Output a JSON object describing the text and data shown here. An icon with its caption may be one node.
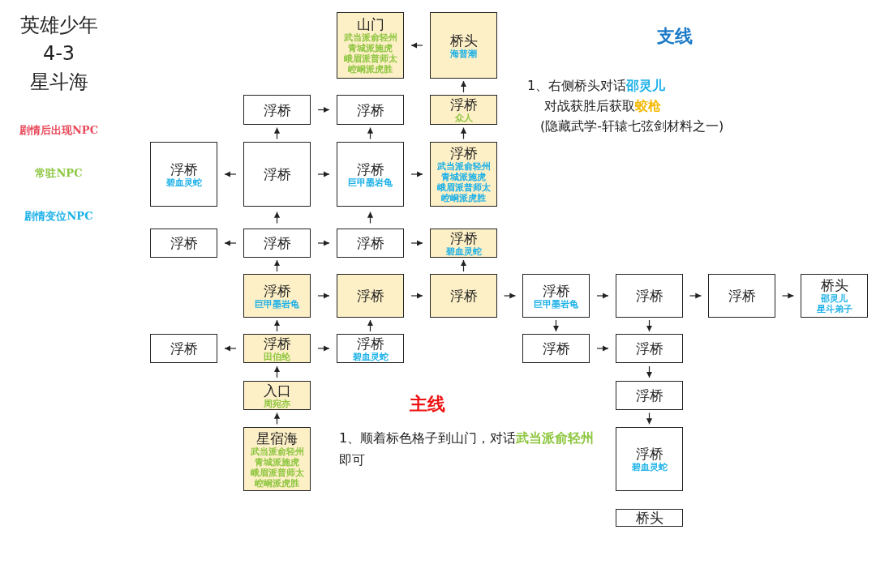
{
  "diagram": {
    "title": "英雄少年 4-3 星斗海",
    "nodes": [
      {
        "text": [
          "山门",
          "武当派俞轻州",
          "青城派施虎",
          "峨眉派普师太",
          "崆峒派虎胜"
        ]
      },
      {
        "text": [
          "桥头",
          "海普潮"
        ]
      },
      {
        "text": [
          "浮桥"
        ]
      },
      {
        "text": [
          "浮桥"
        ]
      },
      {
        "text": [
          "浮桥",
          "众人"
        ]
      },
      {
        "text": [
          "浮桥",
          "碧血灵蛇"
        ]
      },
      {
        "text": [
          "浮桥"
        ]
      },
      {
        "text": [
          "浮桥",
          "巨甲墨岩龟"
        ]
      },
      {
        "text": [
          "浮桥",
          "武当派俞轻州",
          "青城派施虎",
          "峨眉派普师太",
          "崆峒派虎胜"
        ]
      },
      {
        "text": [
          "浮桥"
        ]
      },
      {
        "text": [
          "浮桥"
        ]
      },
      {
        "text": [
          "浮桥"
        ]
      },
      {
        "text": [
          "浮桥",
          "碧血灵蛇"
        ]
      },
      {
        "text": [
          "浮桥",
          "巨甲墨岩龟"
        ]
      },
      {
        "text": [
          "浮桥"
        ]
      },
      {
        "text": [
          "浮桥"
        ]
      },
      {
        "text": [
          "浮桥",
          "巨甲墨岩龟"
        ]
      },
      {
        "text": [
          "浮桥"
        ]
      },
      {
        "text": [
          "浮桥"
        ]
      },
      {
        "text": [
          "桥头",
          "邵灵儿",
          "星斗弟子"
        ]
      },
      {
        "text": [
          "浮桥"
        ]
      },
      {
        "text": [
          "浮桥",
          "田伯纶"
        ]
      },
      {
        "text": [
          "浮桥",
          "碧血灵蛇"
        ]
      },
      {
        "text": [
          "浮桥"
        ]
      },
      {
        "text": [
          "浮桥"
        ]
      },
      {
        "text": [
          "入口",
          "周宛亦"
        ]
      },
      {
        "text": [
          "浮桥"
        ]
      },
      {
        "text": [
          "星宿海",
          "武当派俞轻州",
          "青城派施虎",
          "峨眉派普师太",
          "崆峒派虎胜"
        ]
      },
      {
        "text": [
          "浮桥",
          "碧血灵蛇"
        ]
      },
      {
        "text": [
          "桥头"
        ]
      }
    ],
    "edges": [
      {
        "from": 1,
        "to": 0,
        "arrow": "to"
      },
      {
        "from": 2,
        "to": 3,
        "arrow": "to"
      },
      {
        "from": 4,
        "to": 1,
        "arrow": "to"
      },
      {
        "from": 8,
        "to": 4,
        "arrow": "to"
      },
      {
        "from": 6,
        "to": 5,
        "arrow": "to"
      },
      {
        "from": 6,
        "to": 7,
        "arrow": "to"
      },
      {
        "from": 7,
        "to": 8,
        "arrow": "to"
      },
      {
        "from": 6,
        "to": 2,
        "arrow": "to"
      },
      {
        "from": 7,
        "to": 3,
        "arrow": "to"
      },
      {
        "from": 10,
        "to": 9,
        "arrow": "to"
      },
      {
        "from": 10,
        "to": 6,
        "arrow": "to"
      },
      {
        "from": 11,
        "to": 7,
        "arrow": "to"
      },
      {
        "from": 10,
        "to": 11,
        "arrow": "to"
      },
      {
        "from": 11,
        "to": 12,
        "arrow": "to"
      },
      {
        "from": 15,
        "to": 12,
        "arrow": "to"
      },
      {
        "from": 13,
        "to": 10,
        "arrow": "to"
      },
      {
        "from": 13,
        "to": 14,
        "arrow": "to"
      },
      {
        "from": 14,
        "to": 15,
        "arrow": "to"
      },
      {
        "from": 15,
        "to": 16,
        "arrow": "to"
      },
      {
        "from": 16,
        "to": 17,
        "arrow": "to"
      },
      {
        "from": 17,
        "to": 18,
        "arrow": "to"
      },
      {
        "from": 18,
        "to": 19,
        "arrow": "to"
      },
      {
        "from": 16,
        "to": 23,
        "arrow": "to"
      },
      {
        "from": 17,
        "to": 24,
        "arrow": "to"
      },
      {
        "from": 23,
        "to": 24,
        "arrow": "to"
      },
      {
        "from": 24,
        "to": 26,
        "arrow": "to"
      },
      {
        "from": 26,
        "to": 28,
        "arrow": "to"
      },
      {
        "from": 21,
        "to": 20,
        "arrow": "to"
      },
      {
        "from": 21,
        "to": 13,
        "arrow": "to"
      },
      {
        "from": 21,
        "to": 22,
        "arrow": "to"
      },
      {
        "from": 22,
        "to": 14,
        "arrow": "to"
      },
      {
        "from": 25,
        "to": 21,
        "arrow": "to"
      },
      {
        "from": 27,
        "to": 25,
        "arrow": "to"
      }
    ],
    "labels": [
      "支线",
      "1、右侧桥头对话**邵灵儿**",
      "对战获胜后获取**蛟枪**",
      "(隐藏武学-轩辕七弦剑材料之一)",
      "主线",
      "1、顺着标色格子到山门，对话**武当派俞轻州**即可"
    ],
    "legend": [
      {
        "text": "剧情后出现NPC",
        "color": "#e8485a"
      },
      {
        "text": "常驻NPC",
        "color": "#8dc63f"
      },
      {
        "text": "剧情变位NPC",
        "color": "#1ab0e8"
      }
    ]
  }
}
